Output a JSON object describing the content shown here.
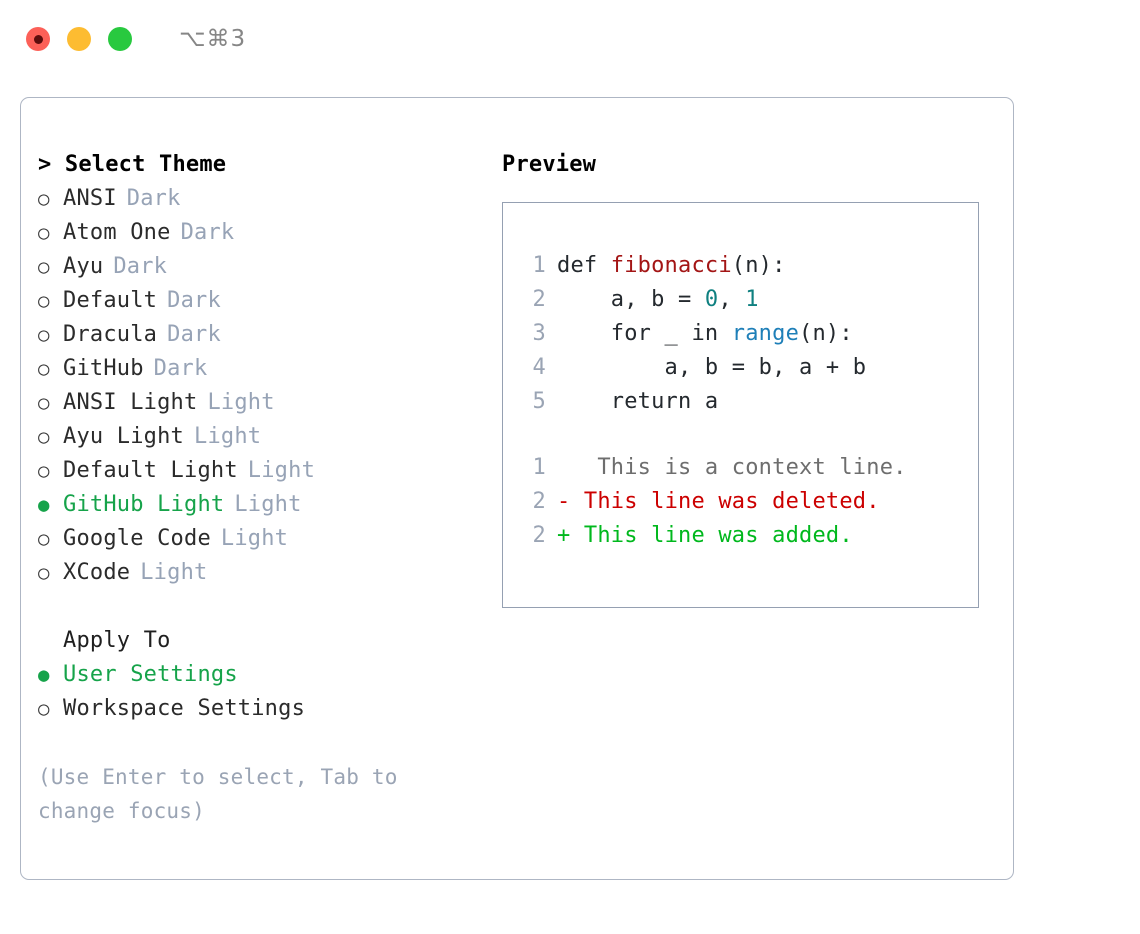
{
  "titlebar": {
    "shortcut": "⌥⌘3",
    "buttons": [
      {
        "name": "close",
        "color": "#fc6058"
      },
      {
        "name": "minimize",
        "color": "#fdbc31"
      },
      {
        "name": "zoom",
        "color": "#28c93f"
      }
    ]
  },
  "theme_picker": {
    "focus_marker": ">",
    "header": "Select Theme",
    "marker_unselected": "○",
    "marker_selected": "●",
    "items": [
      {
        "label": "ANSI",
        "tag": "Dark",
        "selected": false
      },
      {
        "label": "Atom One",
        "tag": "Dark",
        "selected": false
      },
      {
        "label": "Ayu",
        "tag": "Dark",
        "selected": false
      },
      {
        "label": "Default",
        "tag": "Dark",
        "selected": false
      },
      {
        "label": "Dracula",
        "tag": "Dark",
        "selected": false
      },
      {
        "label": "GitHub",
        "tag": "Dark",
        "selected": false
      },
      {
        "label": "ANSI Light",
        "tag": "Light",
        "selected": false
      },
      {
        "label": "Ayu Light",
        "tag": "Light",
        "selected": false
      },
      {
        "label": "Default Light",
        "tag": "Light",
        "selected": false
      },
      {
        "label": "GitHub Light",
        "tag": "Light",
        "selected": true
      },
      {
        "label": "Google Code",
        "tag": "Light",
        "selected": false
      },
      {
        "label": "XCode",
        "tag": "Light",
        "selected": false
      }
    ]
  },
  "apply_to": {
    "header": "Apply To",
    "items": [
      {
        "label": "User Settings",
        "selected": true
      },
      {
        "label": "Workspace Settings",
        "selected": false
      }
    ]
  },
  "hint": "(Use Enter to select, Tab to change focus)",
  "preview": {
    "title": "Preview",
    "code": [
      {
        "lineno": "1",
        "tokens": [
          {
            "text": "def ",
            "kind": "plain"
          },
          {
            "text": "fibonacci",
            "kind": "fn"
          },
          {
            "text": "(n):",
            "kind": "plain"
          }
        ]
      },
      {
        "lineno": "2",
        "tokens": [
          {
            "text": "    a, b = ",
            "kind": "plain"
          },
          {
            "text": "0",
            "kind": "num"
          },
          {
            "text": ", ",
            "kind": "plain"
          },
          {
            "text": "1",
            "kind": "num"
          }
        ]
      },
      {
        "lineno": "3",
        "tokens": [
          {
            "text": "    for _ in ",
            "kind": "plain"
          },
          {
            "text": "range",
            "kind": "call"
          },
          {
            "text": "(n):",
            "kind": "plain"
          }
        ]
      },
      {
        "lineno": "4",
        "tokens": [
          {
            "text": "        a, b = b, a + b",
            "kind": "plain"
          }
        ]
      },
      {
        "lineno": "5",
        "tokens": [
          {
            "text": "    return a",
            "kind": "plain"
          }
        ]
      }
    ],
    "diff": [
      {
        "lineno": "1",
        "sign": " ",
        "text": "  This is a context line.",
        "kind": "context"
      },
      {
        "lineno": "2",
        "sign": "-",
        "text": " This line was deleted.",
        "kind": "deleted"
      },
      {
        "lineno": "2",
        "sign": "+",
        "text": " This line was added.",
        "kind": "added"
      }
    ]
  },
  "colors": {
    "selected_green": "#16a34a",
    "tag_gray": "#97a3b6",
    "diff_deleted": "#cc0000",
    "diff_added": "#00b81d",
    "syntax_function": "#a31515",
    "syntax_number": "#0f8080",
    "syntax_call": "#1e7fb8",
    "border": "#aeb6c4"
  }
}
